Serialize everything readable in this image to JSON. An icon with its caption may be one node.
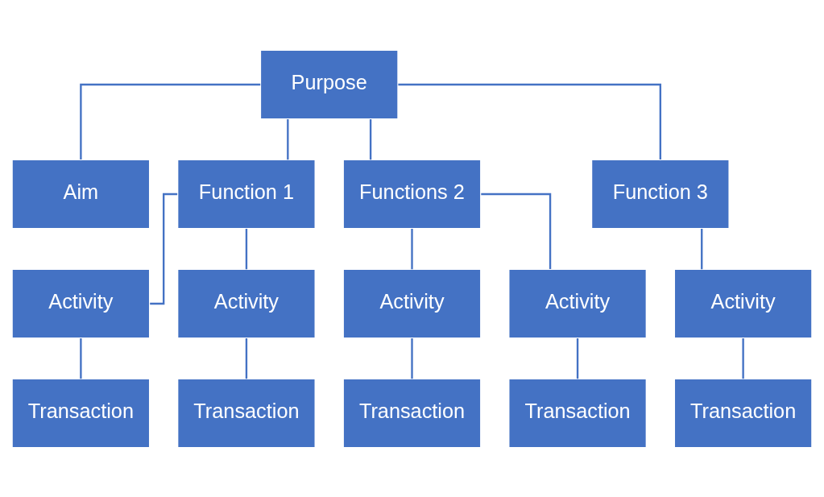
{
  "diagram": {
    "nodes": [
      {
        "text": [
          "Purpose"
        ]
      },
      {
        "text": [
          "Aim"
        ]
      },
      {
        "text": [
          "Function 1"
        ]
      },
      {
        "text": [
          "Functions 2"
        ]
      },
      {
        "text": [
          "Function 3"
        ]
      },
      {
        "text": [
          "Activity"
        ]
      },
      {
        "text": [
          "Activity"
        ]
      },
      {
        "text": [
          "Activity"
        ]
      },
      {
        "text": [
          "Activity"
        ]
      },
      {
        "text": [
          "Activity"
        ]
      },
      {
        "text": [
          "Transaction"
        ]
      },
      {
        "text": [
          "Transaction"
        ]
      },
      {
        "text": [
          "Transaction"
        ]
      },
      {
        "text": [
          "Transaction"
        ]
      },
      {
        "text": [
          "Transaction"
        ]
      }
    ],
    "edges": [
      {
        "from": 0,
        "to": 1,
        "arrow": "none"
      },
      {
        "from": 0,
        "to": 2,
        "arrow": "none"
      },
      {
        "from": 0,
        "to": 3,
        "arrow": "none"
      },
      {
        "from": 0,
        "to": 4,
        "arrow": "none"
      },
      {
        "from": 2,
        "to": 5,
        "arrow": "none"
      },
      {
        "from": 2,
        "to": 6,
        "arrow": "none"
      },
      {
        "from": 3,
        "to": 7,
        "arrow": "none"
      },
      {
        "from": 3,
        "to": 8,
        "arrow": "none"
      },
      {
        "from": 4,
        "to": 9,
        "arrow": "none"
      },
      {
        "from": 5,
        "to": 10,
        "arrow": "none"
      },
      {
        "from": 6,
        "to": 11,
        "arrow": "none"
      },
      {
        "from": 7,
        "to": 12,
        "arrow": "none"
      },
      {
        "from": 8,
        "to": 13,
        "arrow": "none"
      },
      {
        "from": 9,
        "to": 14,
        "arrow": "none"
      }
    ]
  }
}
